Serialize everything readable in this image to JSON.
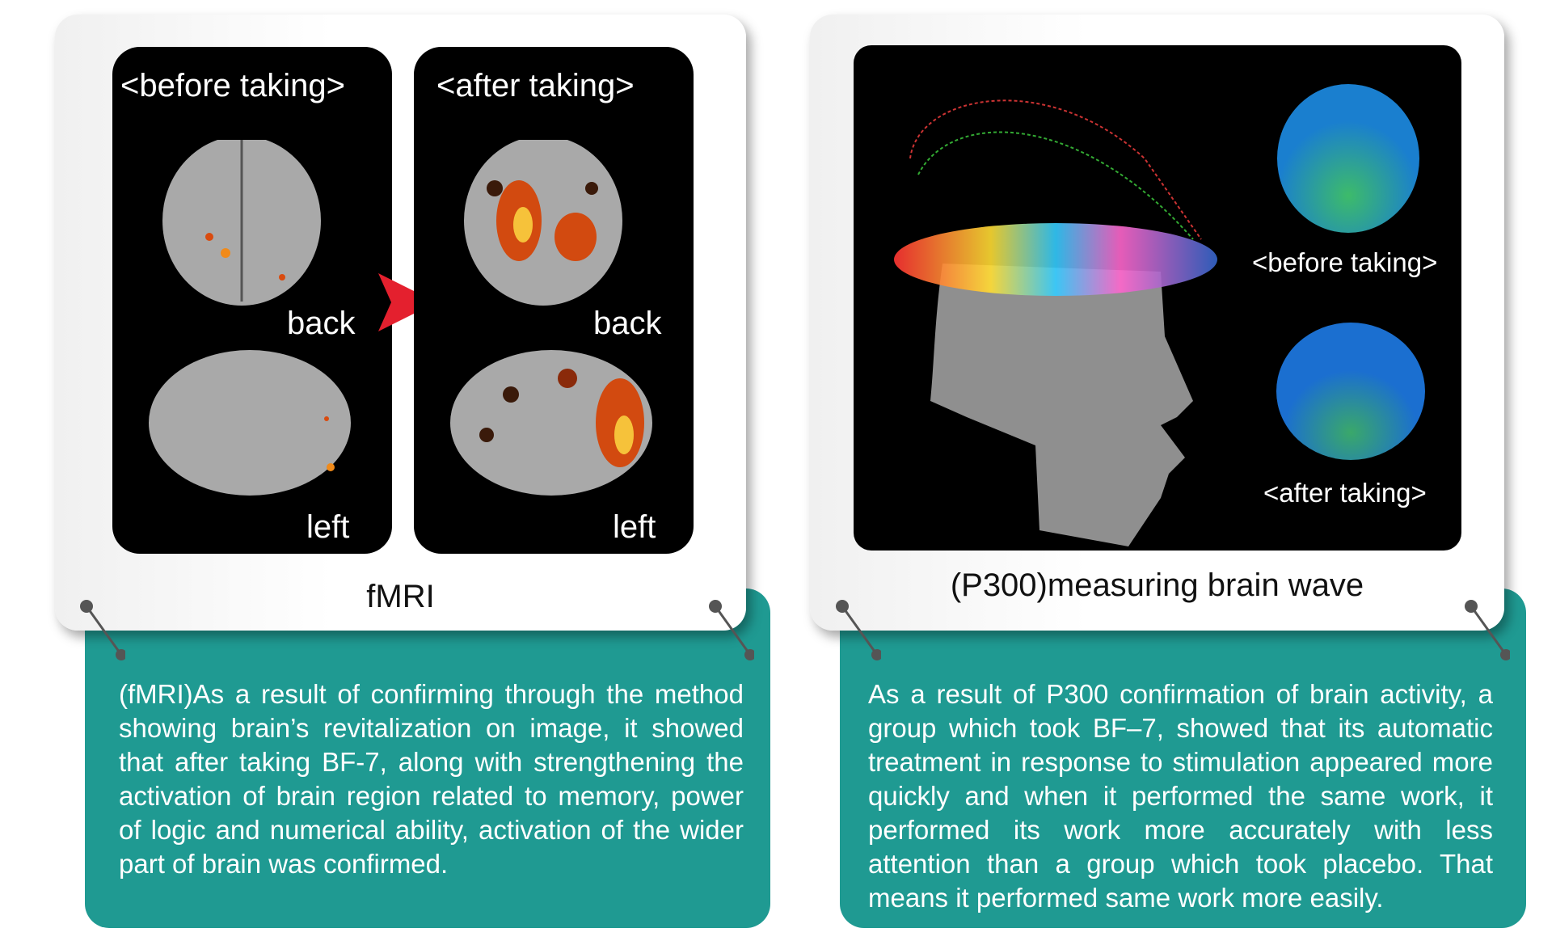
{
  "fmri": {
    "before_label": "<before taking>",
    "after_label": "<after taking>",
    "back_label": "back",
    "left_label": "left",
    "caption": "fMRI",
    "description": "(fMRI)As a result of confirming through the method showing brain’s revitalization on image, it showed that after taking BF-7, along with strengthening the activation of brain region related to memory, power of logic and numerical ability, activation of the wider part of brain was confirmed."
  },
  "p300": {
    "before_label": "<before taking>",
    "after_label": "<after taking>",
    "caption": "(P300)measuring brain wave",
    "description": "As a result of P300 confirmation of brain activity, a group which took BF–7, showed that its automatic treatment in response to stimulation appeared more quickly and when it performed the same work, it performed its work more accurately with less attention than a group which took placebo. That means it performed same work more easily."
  },
  "colors": {
    "teal": "#1f9a92",
    "arrow": "#e4202e"
  }
}
